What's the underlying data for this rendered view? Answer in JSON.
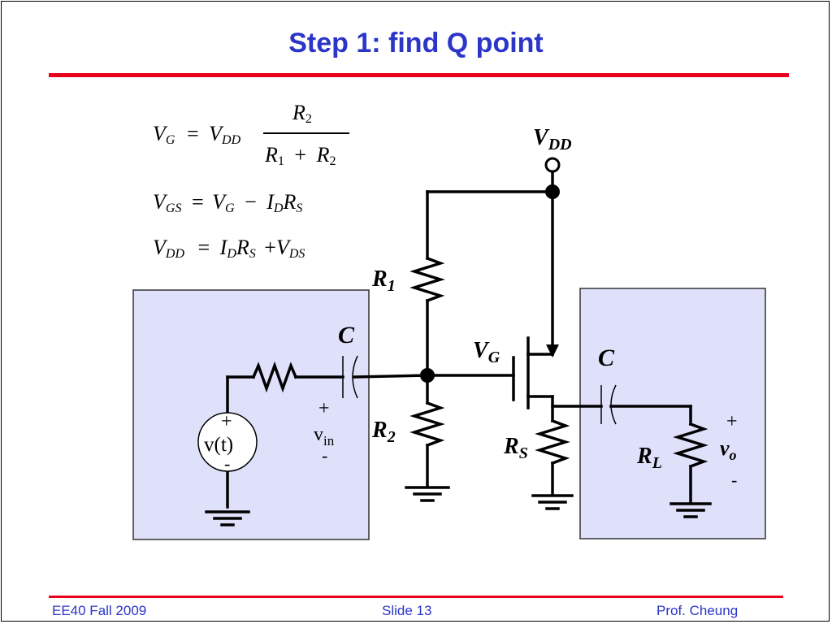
{
  "slide": {
    "title": "Step 1: find Q point",
    "footer_left": "EE40 Fall 2009",
    "footer_center": "Slide 13",
    "footer_right": "Prof. Cheung"
  },
  "equations": {
    "eq1_left": "V",
    "eq1_left_sub": "G",
    "eq1_eq": "=",
    "eq1_rhs": "V",
    "eq1_rhs_sub": "DD",
    "eq1_num": "R",
    "eq1_num_sub": "2",
    "eq1_den_a": "R",
    "eq1_den_a_sub": "1",
    "eq1_den_plus": "+",
    "eq1_den_b": "R",
    "eq1_den_b_sub": "2",
    "eq2": [
      "V",
      "GS",
      "=",
      "V",
      "G",
      "−",
      "I",
      "D",
      "R",
      "S"
    ],
    "eq3": [
      "V",
      "DD",
      "=",
      "I",
      "D",
      "R",
      "S",
      "+",
      "V",
      "DS"
    ]
  },
  "circuit": {
    "vdd": "V",
    "vdd_sub": "DD",
    "r1": "R",
    "r1_sub": "1",
    "r2": "R",
    "r2_sub": "2",
    "c_in": "C",
    "c_out": "C",
    "vg": "V",
    "vg_sub": "G",
    "rs": "R",
    "rs_sub": "S",
    "rl": "R",
    "rl_sub": "L",
    "source": "v(t)",
    "src_plus": "+",
    "src_minus": "-",
    "vin_plus": "+",
    "vin": "v",
    "vin_sub": "in",
    "vin_minus": "-",
    "vo_plus": "+",
    "vo": "v",
    "vo_sub": "o",
    "vo_minus": "-"
  },
  "colors": {
    "title": "#2b35c8",
    "rule": "#e8001c",
    "box_fill": "#dfe1fb",
    "box_stroke": "#333333"
  }
}
